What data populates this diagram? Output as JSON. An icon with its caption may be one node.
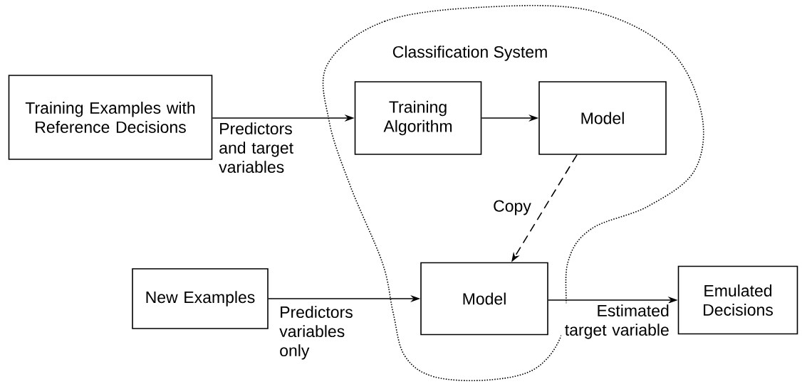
{
  "diagram": {
    "nodes": [
      {
        "text": [
          "Classification System"
        ]
      },
      {
        "text": [
          "Training Examples with Reference Decisions"
        ]
      },
      {
        "text": [
          "Training Algorithm"
        ],
        "in": 0
      },
      {
        "text": [
          "Model"
        ],
        "in": 0
      },
      {
        "text": [
          "New Examples"
        ]
      },
      {
        "text": [
          "Model"
        ],
        "in": 0
      },
      {
        "text": [
          "Emulated Decisions"
        ]
      }
    ],
    "edges": [
      {
        "from": 1,
        "to": 2,
        "arrow": "to",
        "label": "Predictors and target variables"
      },
      {
        "from": 2,
        "to": 3,
        "arrow": "to"
      },
      {
        "from": 3,
        "to": 5,
        "arrow": "to",
        "label": "Copy",
        "style": "dashed"
      },
      {
        "from": 4,
        "to": 5,
        "arrow": "to",
        "label": "Predictors variables only"
      },
      {
        "from": 5,
        "to": 6,
        "arrow": "to",
        "label": "Estimated target variable"
      }
    ]
  }
}
